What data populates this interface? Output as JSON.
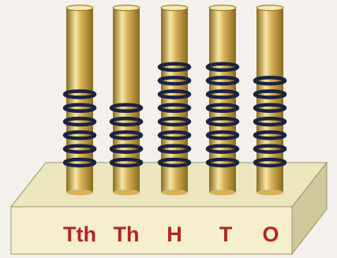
{
  "abacus": {
    "rods": [
      {
        "label": "Tth",
        "beads": 6
      },
      {
        "label": "Th",
        "beads": 5
      },
      {
        "label": "H",
        "beads": 8
      },
      {
        "label": "T",
        "beads": 8
      },
      {
        "label": "O",
        "beads": 7
      }
    ],
    "colors": {
      "background": "#f4f1ec",
      "base_top": "#ece6bf",
      "base_front": "#f5efcf",
      "base_side": "#cfc89a",
      "rod_dark": "#8a6a1c",
      "rod_mid": "#d8b25a",
      "rod_light": "#f6e7a6",
      "bead": "#1b2340",
      "label": "#b22424"
    }
  }
}
